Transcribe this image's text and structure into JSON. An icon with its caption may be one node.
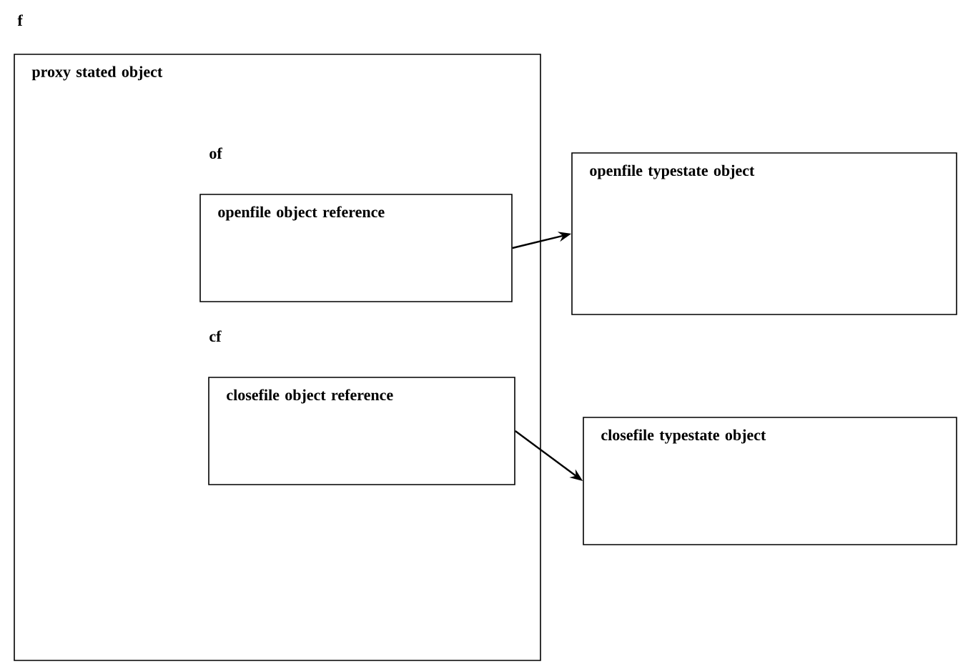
{
  "diagram": {
    "nodes": [
      {
        "text": [
          "proxy stated object"
        ],
        "beside": [
          "f"
        ]
      },
      {
        "text": [
          "openfile object reference"
        ],
        "in": 0,
        "beside": [
          "of"
        ]
      },
      {
        "text": [
          "closefile object reference"
        ],
        "in": 0,
        "beside": [
          "cf"
        ]
      },
      {
        "text": [
          "openfile typestate object"
        ]
      },
      {
        "text": [
          "closefile typestate object"
        ]
      }
    ],
    "edges": [
      {
        "from": 1,
        "to": 3,
        "arrow": "to"
      },
      {
        "from": 2,
        "to": 4,
        "arrow": "to"
      }
    ]
  }
}
